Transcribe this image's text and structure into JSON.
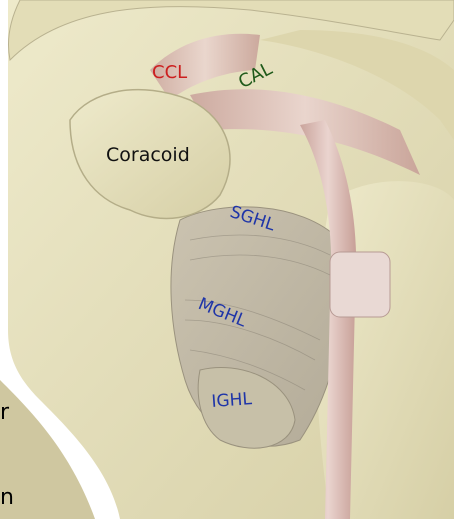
{
  "labels": {
    "ccl": "CCL",
    "cal": "CAL",
    "coracoid": "Coracoid",
    "sghl": "SGHL",
    "mghl": "MGHL",
    "ighl": "IGHL"
  },
  "edge_fragments": [
    "r",
    "n"
  ],
  "colors": {
    "ccl": "#cc1f1f",
    "cal": "#1f5a1a",
    "coracoid": "#111111",
    "glenohumeral_ligaments": "#1f35a8",
    "bone": "#e6e1bd",
    "ligament": "#d9b9b3",
    "background": "#ffffff"
  }
}
